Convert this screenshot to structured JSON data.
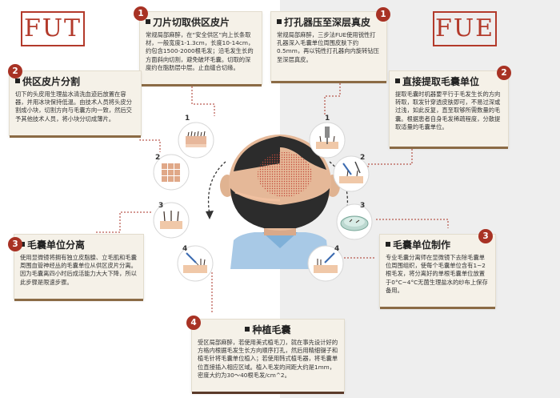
{
  "left_title": "FUT",
  "right_title": "FUE",
  "fut": {
    "step1": {
      "num": "1",
      "title": "刀片切取供区皮片",
      "body": "常规局部麻醉，在“安全供区”向上长条取材，一般宽度1-1.3cm，长度10-14cm，约包含1500-2000根毛发；沿毛发生长的方面斜向切割，避免破坏毛囊。切取的深度约在脂肪层中层。止血缝合切缘。"
    },
    "step2": {
      "num": "2",
      "title": "供区皮片分割",
      "body": "切下的头皮用生理盐水清洗血迹后放置在容器，并用冰块保持低温。由技术人员将头皮分割成小块，切割方向与毛囊方向一致，然后交予其他技术人员，将小块分切成薄片。"
    },
    "step3": {
      "num": "3",
      "title": "毛囊单位分离",
      "body": "使用显微镜将拥有独立皮脂腺、立毛肌和毛囊周围血管神经丛的毛囊单位从供区皮片分离。因为毛囊离四小时后成活能力大大下降，所以此步骤是限速步骤。"
    }
  },
  "shared": {
    "step4": {
      "num": "4",
      "title": "种植毛囊",
      "body": "受区局部麻醉，若使用美式植毛刀，就在事先设计好的方格内根据毛发生长方向顺序打孔，然后用精细镊子和植毛针将毛囊单位植入；若使用韩式植毛器，将毛囊单位直接插入相应区域。植入毛发的间距大约是1mm，密度大约为30～40根毛发/cm^2。"
    }
  },
  "fue": {
    "step1": {
      "num": "1",
      "title": "打孔器压至深层真皮",
      "body": "常规局部麻醉，三步法FUE使用锐性打孔器深入毛囊单位周围皮肤下约0.5mm，再以钝性打孔器向内旋转钻压至深层真皮。"
    },
    "step2": {
      "num": "2",
      "title": "直接提取毛囊单位",
      "body": "提取毛囊时机器要平行于毛发生长的方向转取，取发针穿透皮肤即可，不易过深或过浅，如此反复，直至取够所需数量的毛囊。根据患者自身毛发稀疏程度，分散提取适量的毛囊单位。"
    },
    "step3": {
      "num": "3",
      "title": "毛囊单位制作",
      "body": "专业毛囊分离师在显微镜下去除毛囊单位周围组织，使每个毛囊单位含有1~2根毛发，将分离好的单根毛囊单位放置于0°C~4°C无菌生理盐水的纱布上保存备用。"
    }
  },
  "step_labels": {
    "l1": "1",
    "l2": "2",
    "l3": "3",
    "l4": "4",
    "r1": "1",
    "r2": "2",
    "r3": "3",
    "r4": "4"
  },
  "colors": {
    "accent_red": "#a83224",
    "title_red": "#b33a2b",
    "card_bg": "#f5f1e8",
    "card_bar": "#8b6b45",
    "right_bg": "#eeeeee"
  },
  "icons": [
    "head-back-illustration",
    "scalp-strip-icon",
    "scalp-grid-icon",
    "follicle-icon",
    "implant-tool-icon",
    "punch-tool-icon",
    "extraction-icon",
    "petri-dish-icon"
  ]
}
